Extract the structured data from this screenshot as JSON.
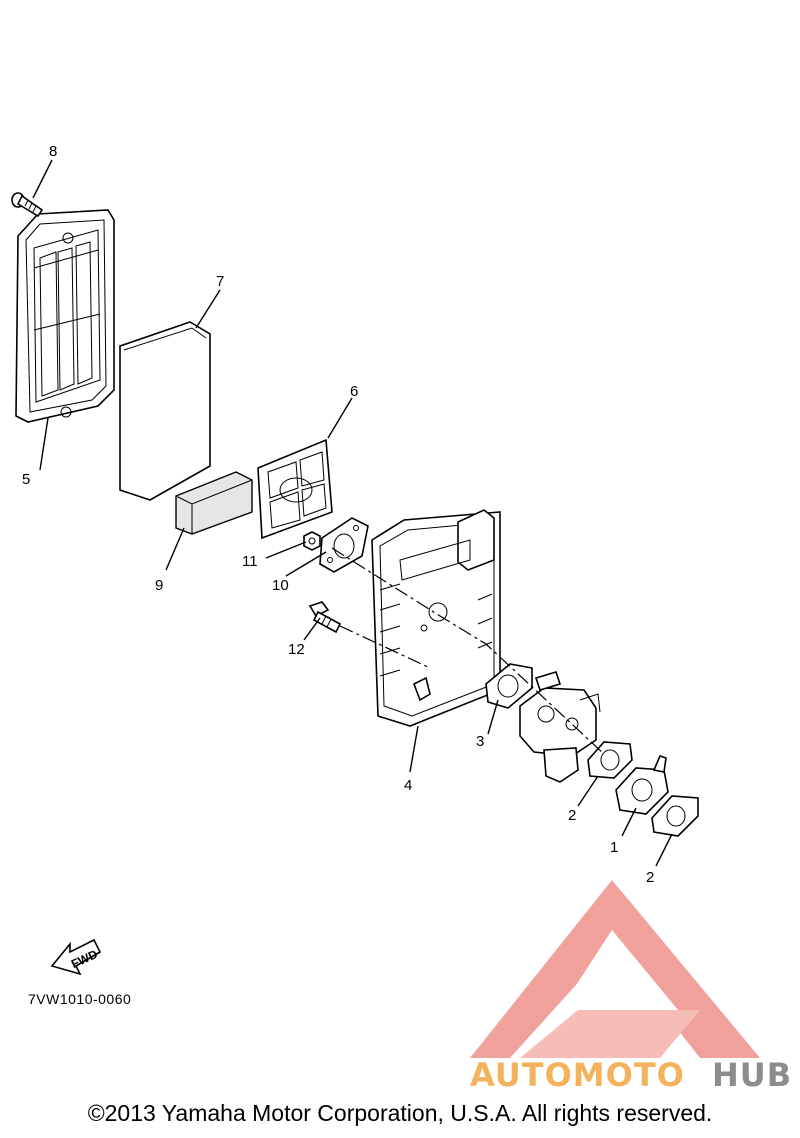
{
  "callouts": {
    "c1": "1",
    "c2a": "2",
    "c2b": "2",
    "c3": "3",
    "c4": "4",
    "c5": "5",
    "c6": "6",
    "c7": "7",
    "c8": "8",
    "c9": "9",
    "c10": "10",
    "c11": "11",
    "c12": "12"
  },
  "fwd_label": "FWD",
  "diagram_code": "7VW1010-0060",
  "copyright": "©2013 Yamaha Motor Corporation, U.S.A. All rights reserved.",
  "watermark": {
    "part1": "AUTOMOTO",
    "part2": "HUB",
    "color1": "#f5b25c",
    "color2": "#e7564a",
    "color3": "#8c8c8c"
  }
}
